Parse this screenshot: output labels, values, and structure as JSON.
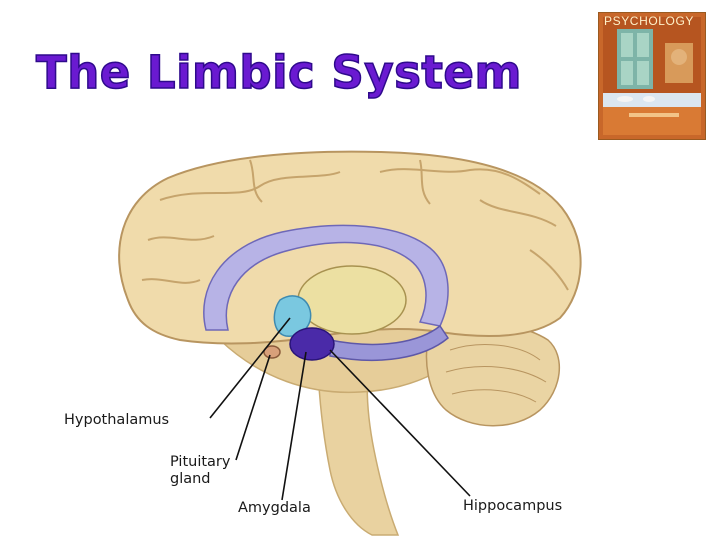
{
  "title": "The Limbic System",
  "book": {
    "title_text": "PSYCHOLOGY"
  },
  "labels": {
    "hypothalamus": "Hypothalamus",
    "pituitary_line1": "Pituitary",
    "pituitary_line2": "gland",
    "amygdala": "Amygdala",
    "hippocampus": "Hippocampus"
  },
  "colors": {
    "title": "#6a1ad1",
    "brain_tan": "#ecd7a5",
    "limbic_purple": "#9a96d8",
    "hypothalamus_blue": "#7ac8e0",
    "amygdala_indigo": "#4a2aa8"
  }
}
